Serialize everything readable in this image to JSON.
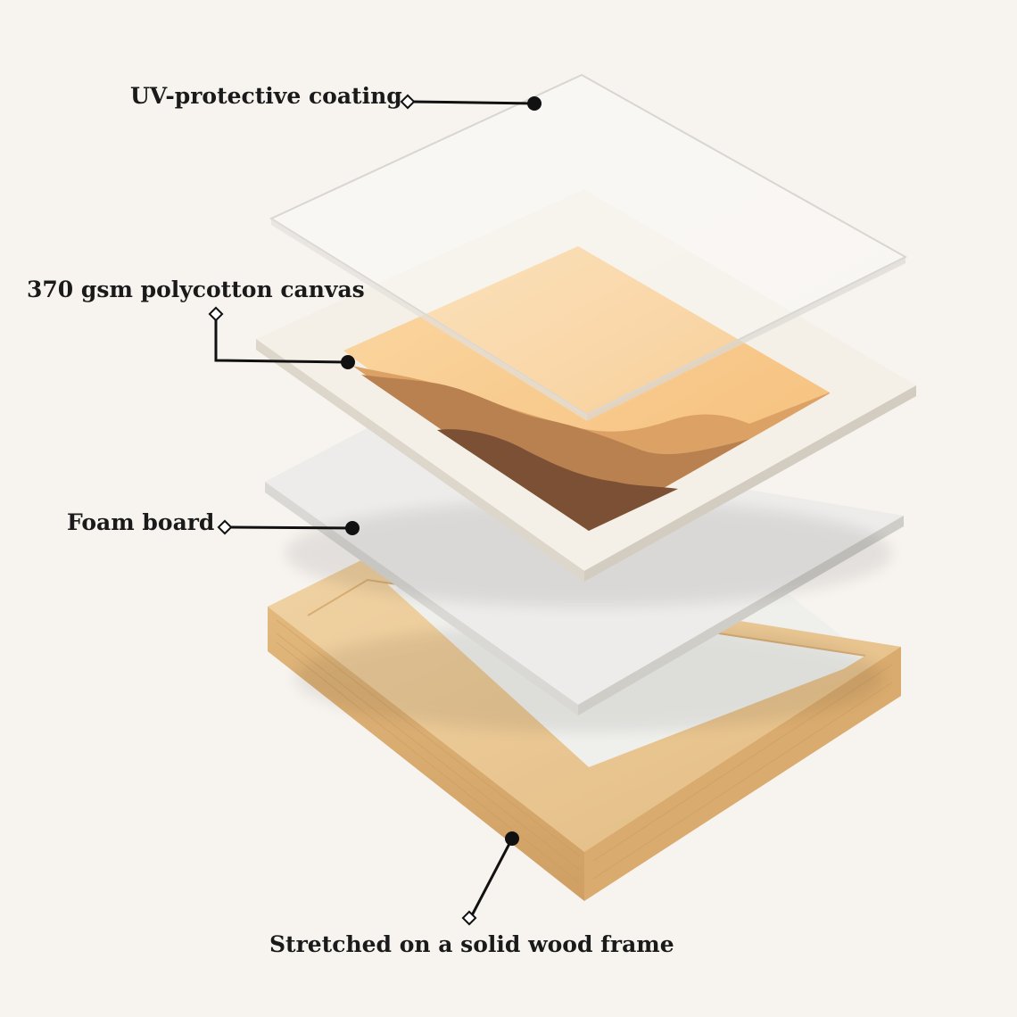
{
  "labels": {
    "uv_coating": "UV-protective coating",
    "canvas": "370 gsm polycotton canvas",
    "foam_board": "Foam board",
    "wood_frame": "Stretched on a solid wood frame"
  },
  "colors": {
    "background": "#f7f4f0",
    "wood": "#e8c48f",
    "wood_dark": "#d2a56a",
    "foam": "#ecebe8",
    "canvas_border": "#f3efe6",
    "art_sky": "#f9c98a",
    "art_dune_light": "#d9a066",
    "art_dune_mid": "#b97e4e",
    "art_dune_dark": "#7a4e32",
    "leader": "#111111"
  }
}
